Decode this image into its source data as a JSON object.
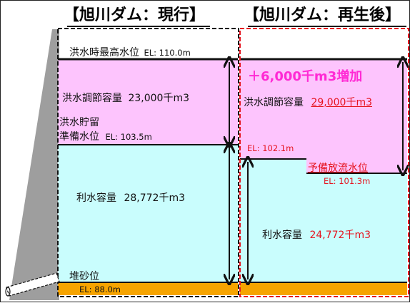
{
  "left": {
    "title": "【旭川ダム：現行】",
    "top_level_label": "洪水時最高水位",
    "top_level_el": "EL: 110.0m",
    "flood_capacity_label": "洪水調節容量",
    "flood_capacity_value": "23,000千m3",
    "reserve_level_line1": "洪水貯留",
    "reserve_level_line2": "準備水位",
    "reserve_level_el": "EL: 103.5m",
    "water_use_label": "利水容量",
    "water_use_value": "28,772千m3",
    "sediment_label": "堆砂位",
    "sediment_el": "EL: 88.0m"
  },
  "right": {
    "title": "【旭川ダム：再生後】",
    "increase_text": "＋6,000千m3増加",
    "flood_capacity_label": "洪水調節容量",
    "flood_capacity_value": "29,000千m3",
    "level_el": "EL: 102.1m",
    "prelim_release_label": "予備放流水位",
    "prelim_release_el": "EL: 101.3m",
    "water_use_label": "利水容量",
    "water_use_value": "24,772千m3"
  },
  "colors": {
    "flood_pink": "#fdc4fd",
    "water_cyan": "#c9fdfd",
    "sediment_orange": "#f6a400",
    "accent_red": "#e6141f",
    "accent_magenta": "#ff2ad4"
  }
}
